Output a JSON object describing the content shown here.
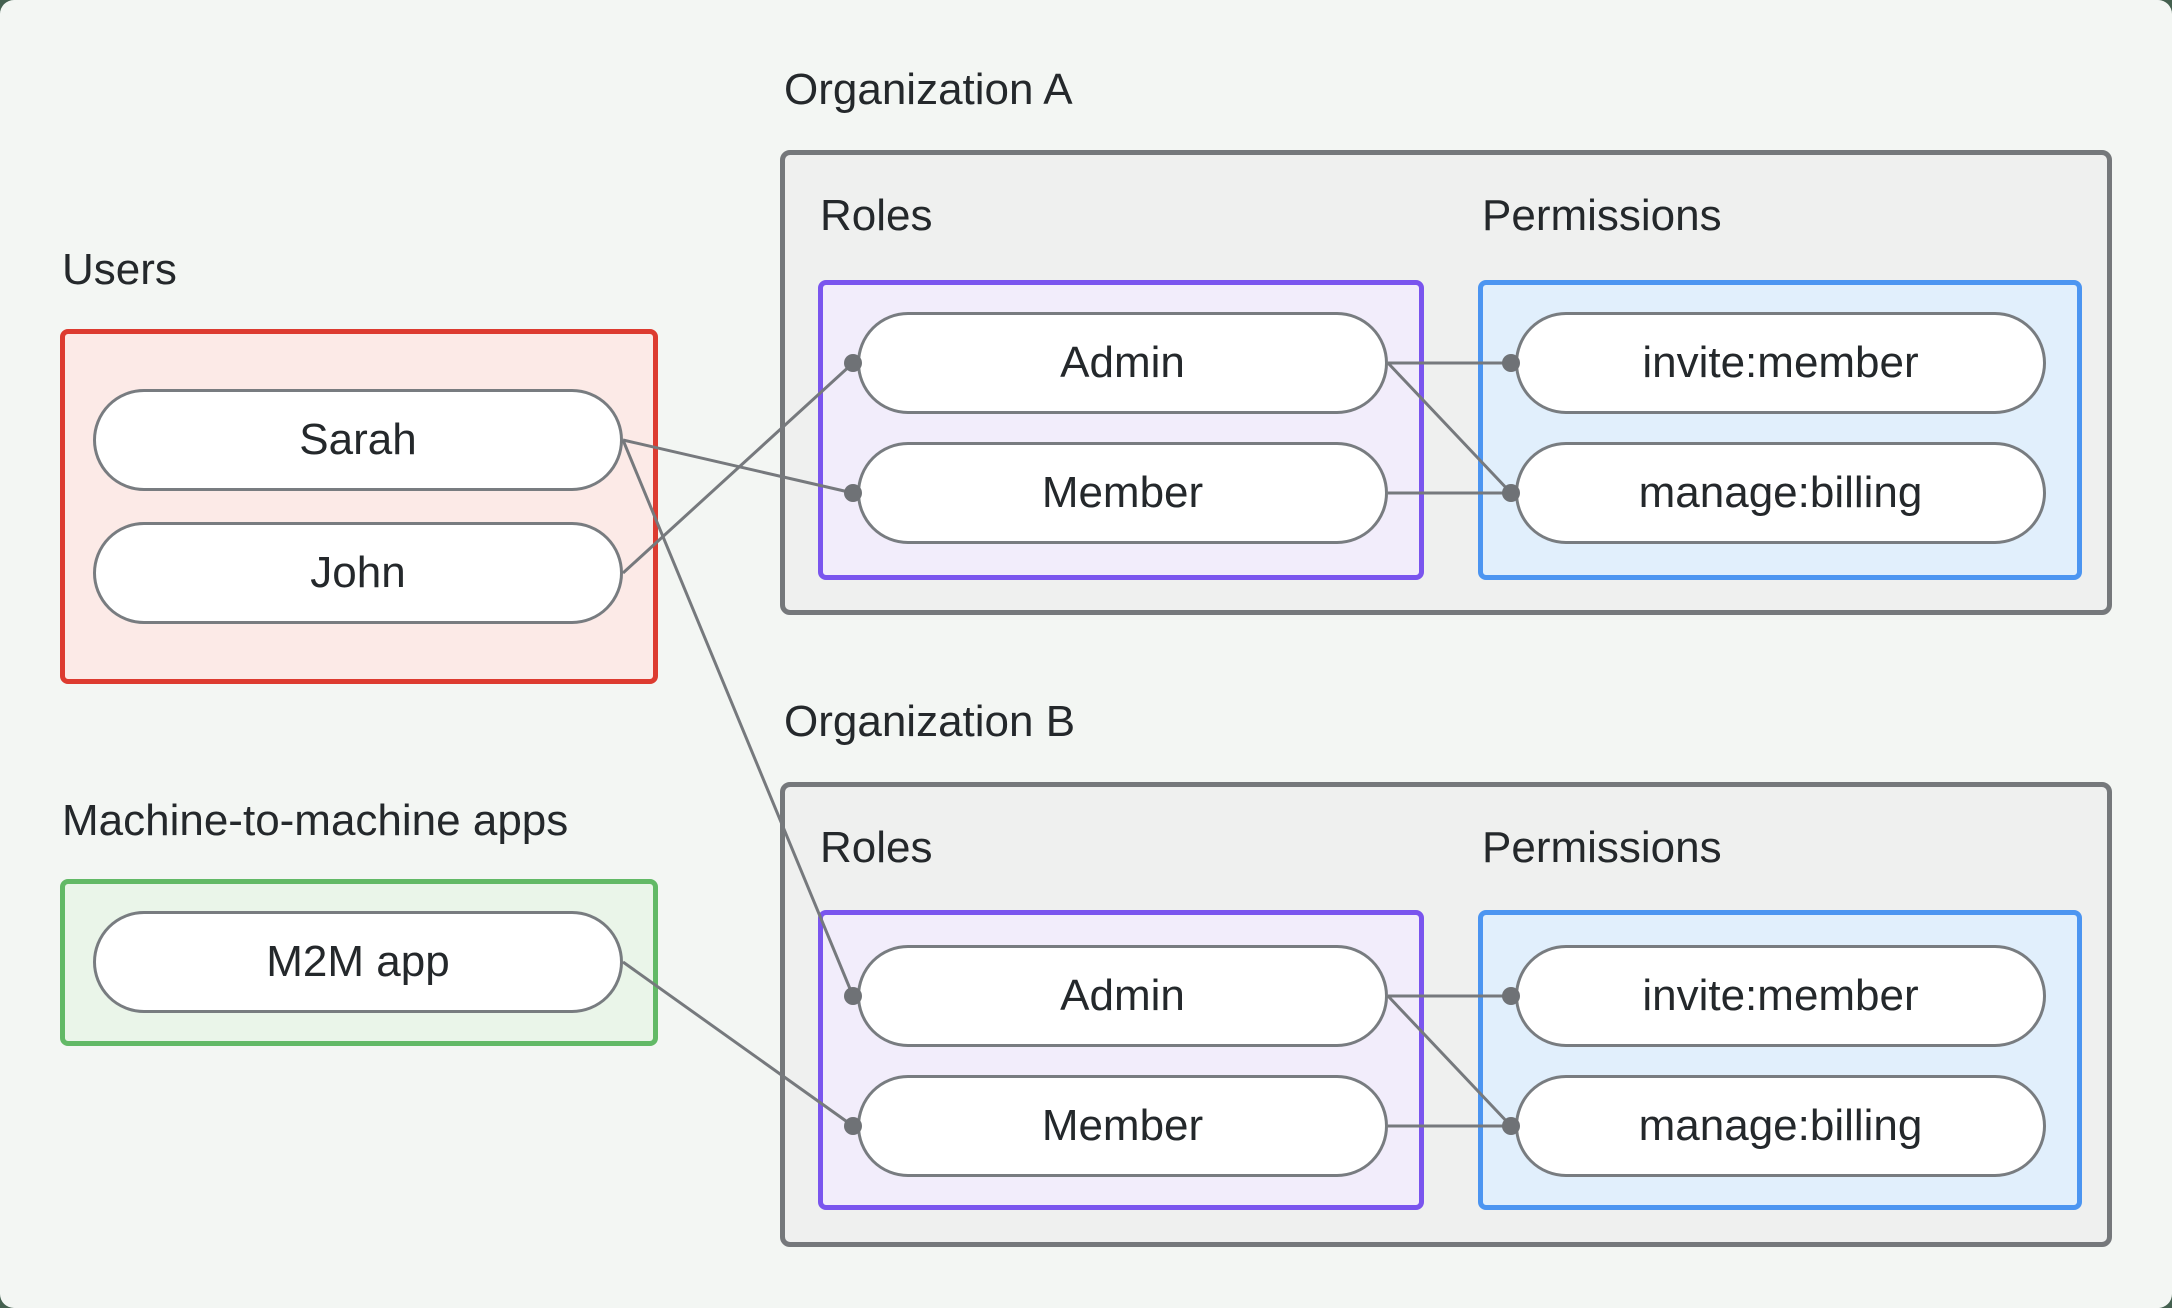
{
  "palette": {
    "page_background": "#f3f6f3",
    "frame_background": "#44604f",
    "users_border": "#dd3b30",
    "users_fill": "#fceae7",
    "m2m_border": "#62b966",
    "m2m_fill": "#eaf5e9",
    "org_border": "#75787b",
    "org_fill": "#eff0ef",
    "roles_border": "#7a55ee",
    "roles_fill": "#f2edfb",
    "permissions_border": "#4c95f1",
    "permissions_fill": "#e1effc",
    "pill_border": "#787c80",
    "pill_fill": "#ffffff",
    "connector_line": "#76797d",
    "connector_dot": "#6f7276",
    "text": "#24282b"
  },
  "users_group": {
    "label": "Users",
    "items": [
      {
        "label": "Sarah"
      },
      {
        "label": "John"
      }
    ]
  },
  "m2m_group": {
    "label": "Machine-to-machine apps",
    "items": [
      {
        "label": "M2M app"
      }
    ]
  },
  "organizations": [
    {
      "label": "Organization A",
      "roles_label": "Roles",
      "permissions_label": "Permissions",
      "roles": [
        {
          "label": "Admin"
        },
        {
          "label": "Member"
        }
      ],
      "permissions": [
        {
          "label": "invite:member"
        },
        {
          "label": "manage:billing"
        }
      ]
    },
    {
      "label": "Organization B",
      "roles_label": "Roles",
      "permissions_label": "Permissions",
      "roles": [
        {
          "label": "Admin"
        },
        {
          "label": "Member"
        }
      ],
      "permissions": [
        {
          "label": "invite:member"
        },
        {
          "label": "manage:billing"
        }
      ]
    }
  ],
  "connections": [
    {
      "from": "Sarah",
      "to": "Organization A / Member"
    },
    {
      "from": "John",
      "to": "Organization A / Admin"
    },
    {
      "from": "Sarah",
      "to": "Organization B / Admin"
    },
    {
      "from": "M2M app",
      "to": "Organization B / Member"
    },
    {
      "from": "Organization A / Admin",
      "to": "Organization A / invite:member"
    },
    {
      "from": "Organization A / Admin",
      "to": "Organization A / manage:billing"
    },
    {
      "from": "Organization A / Member",
      "to": "Organization A / manage:billing"
    },
    {
      "from": "Organization B / Admin",
      "to": "Organization B / invite:member"
    },
    {
      "from": "Organization B / Admin",
      "to": "Organization B / manage:billing"
    },
    {
      "from": "Organization B / Member",
      "to": "Organization B / manage:billing"
    }
  ]
}
